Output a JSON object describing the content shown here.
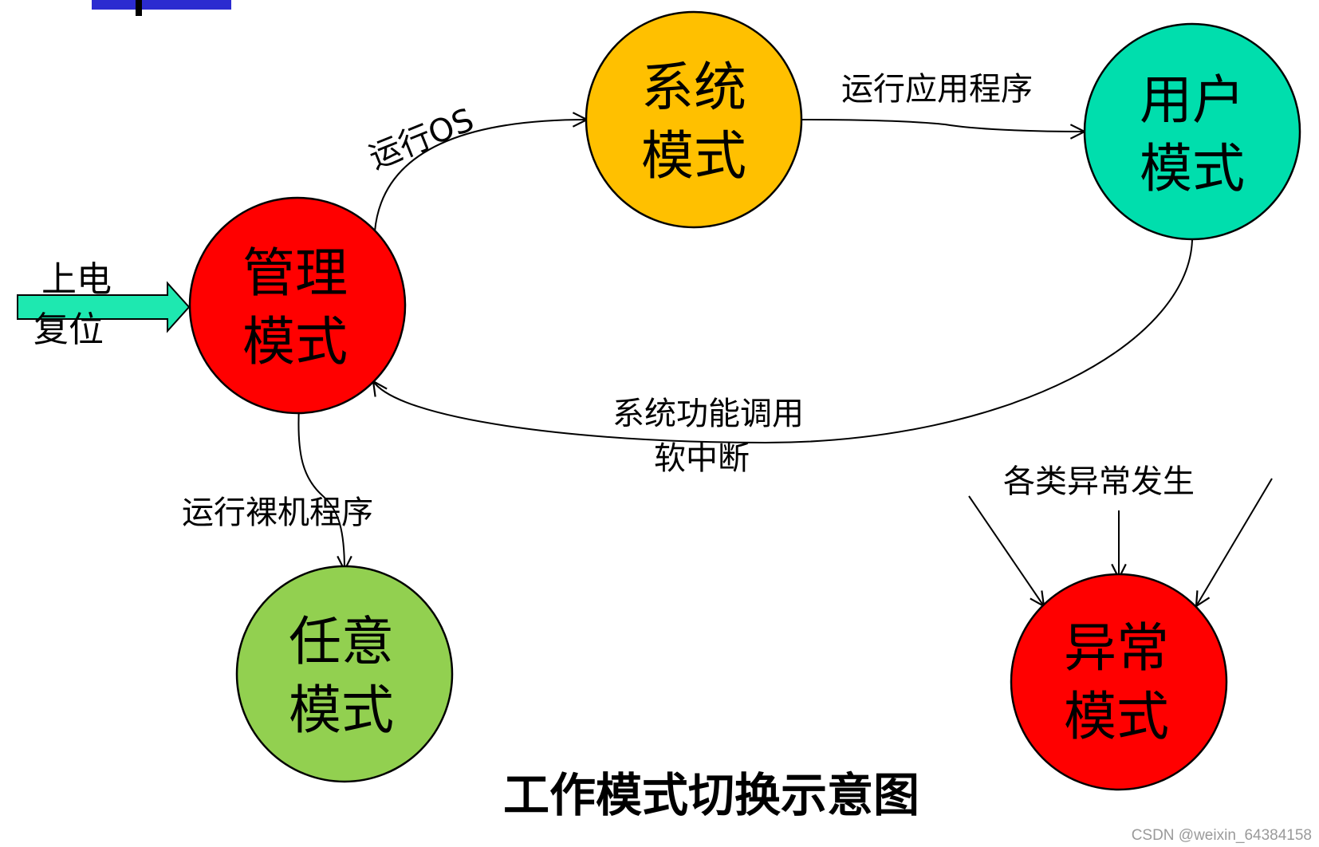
{
  "colors": {
    "management": "#ff0000",
    "system": "#ffc000",
    "user": "#00dead",
    "any": "#92d050",
    "exception": "#ff0000",
    "power_arrow": "#1ee8b0",
    "corner_bar": "#2b2bd0"
  },
  "nodes": {
    "system": {
      "line1": "系统",
      "line2": "模式"
    },
    "user": {
      "line1": "用户",
      "line2": "模式"
    },
    "management": {
      "line1": "管理",
      "line2": "模式"
    },
    "any": {
      "line1": "任意",
      "line2": "模式"
    },
    "exception": {
      "line1": "异常",
      "line2": "模式"
    }
  },
  "edges": {
    "run_os": "运行OS",
    "run_app": "运行应用程序",
    "syscall_line1": "系统功能调用",
    "syscall_line2": "软中断",
    "run_bare": "运行裸机程序",
    "exceptions": "各类异常发生"
  },
  "power_reset": {
    "line1": "上电",
    "line2": "复位"
  },
  "title": "工作模式切换示意图",
  "watermark": "CSDN @weixin_64384158"
}
